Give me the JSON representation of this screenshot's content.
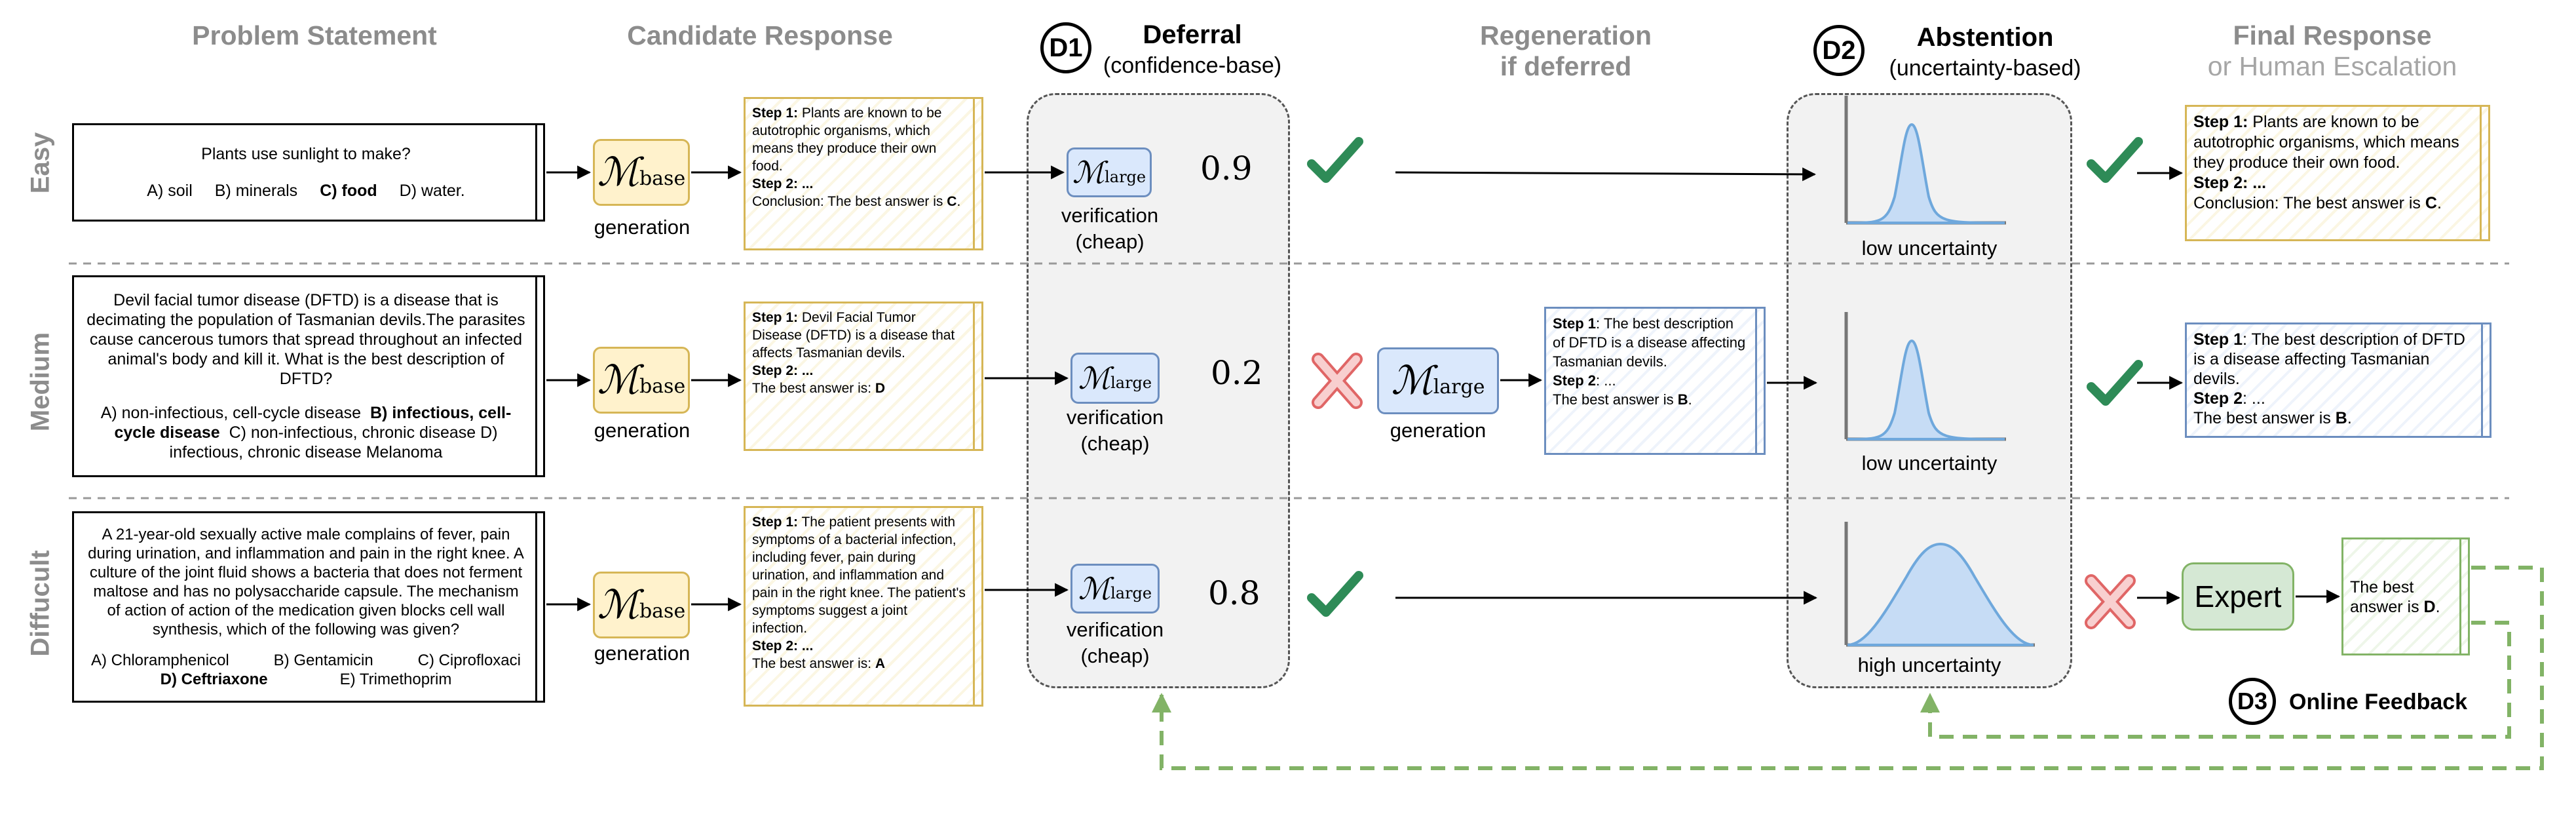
{
  "headers": {
    "problem": "Problem Statement",
    "candidate": "Candidate Response",
    "d1_badge": "D1",
    "deferral_title": "Deferral",
    "deferral_sub": "(confidence-base)",
    "regen_line1": "Regeneration",
    "regen_line2": "if deferred",
    "d2_badge": "D2",
    "abstention_title": "Abstention",
    "abstention_sub": "(uncertainty-based)",
    "final_line1": "Final Response",
    "final_line2": "or Human Escalation"
  },
  "models": {
    "base_symbol": "ℳ",
    "base_sub": "base",
    "large_symbol": "ℳ",
    "large_sub": "large"
  },
  "captions": {
    "generation": "generation",
    "verification": "verification",
    "cheap": "(cheap)"
  },
  "rows": {
    "easy": {
      "label": "Easy",
      "problem": {
        "question": "Plants use sunlight to make?",
        "opt_a": "A) soil",
        "opt_b": "B) minerals",
        "opt_c": "C) food",
        "opt_d": "D) water."
      },
      "response": {
        "s1_label": "Step 1:",
        "s1_text": " Plants are known to be autotrophic organisms, which means they produce their own food.",
        "s2_label": "Step 2: ...",
        "concl_text": "Conclusion: The best answer is ",
        "concl_ans": "C",
        "concl_end": "."
      },
      "score": "0.9",
      "uncertainty": "low uncertainty",
      "final": {
        "s1_label": "Step 1:",
        "s1_text": " Plants are known to be autotrophic organisms, which means they produce their own food.",
        "s2_label": "Step 2: ...",
        "concl_text": "Conclusion: The best answer is ",
        "concl_ans": "C",
        "concl_end": "."
      }
    },
    "medium": {
      "label": "Medium",
      "problem": {
        "question": "Devil facial tumor disease (DFTD) is a disease that is decimating the population of Tasmanian devils.The parasites cause cancerous tumors that spread throughout an infected animal's body and kill it. What is the best description of DFTD?",
        "opt_a": "A) non-infectious, cell-cycle disease",
        "opt_b": "B) infectious, cell-cycle disease",
        "opt_c": "C) non-infectious, chronic disease",
        "opt_d": "D) infectious, chronic disease Melanoma"
      },
      "response": {
        "s1_label": "Step 1:",
        "s1_text": " Devil Facial Tumor Disease (DFTD) is a disease that affects Tasmanian devils.",
        "s2_label": "Step 2: ...",
        "concl_text": "The best answer is: ",
        "concl_ans": "D"
      },
      "score": "0.2",
      "regen": {
        "s1_label": "Step 1",
        "s1_text": ":  The best description of DFTD is a disease affecting Tasmanian devils.",
        "s2_label": "Step 2",
        "s2_text": ": ...",
        "concl_text": "The best answer is ",
        "concl_ans": "B",
        "concl_end": "."
      },
      "uncertainty": "low uncertainty",
      "final": {
        "s1_label": "Step 1",
        "s1_text": ":  The best description of DFTD is a disease affecting Tasmanian devils.",
        "s2_label": "Step 2",
        "s2_text": ": ...",
        "concl_text": "The best answer is ",
        "concl_ans": "B",
        "concl_end": "."
      }
    },
    "difficult": {
      "label": "Diffucult",
      "problem": {
        "question": "A 21-year-old sexually active male complains of fever, pain during urination, and inflammation and pain in the right knee. A culture of the joint fluid shows a bacteria that does not ferment maltose and has no polysaccharide capsule. The mechanism of action of action of the medication given blocks cell wall synthesis, which of the following was given?",
        "opt_a": "A) Chloramphenicol",
        "opt_b": "B) Gentamicin",
        "opt_c": "C) Ciprofloxaci",
        "opt_d": "D) Ceftriaxone",
        "opt_e": "E) Trimethoprim"
      },
      "response": {
        "s1_label": "Step 1:",
        "s1_text": " The patient presents with symptoms of a bacterial infection, including fever, pain during urination, and inflammation and pain in the right knee. The patient's symptoms suggest a joint infection.",
        "s2_label": "Step 2: ...",
        "concl_text": "The best answer is: ",
        "concl_ans": "A"
      },
      "score": "0.8",
      "uncertainty": "high uncertainty",
      "expert": "Expert",
      "final": {
        "text": "The best answer is ",
        "ans": "D",
        "end": "."
      }
    }
  },
  "feedback": {
    "d3_badge": "D3",
    "label": "Online Feedback"
  },
  "colors": {
    "check": "#2e8b57",
    "cross": "#f4b6b6",
    "cross_stroke": "#e06666",
    "feedback_arrow": "#82b366",
    "curve_fill": "#c6dcf5",
    "curve_stroke": "#6fa8dc"
  }
}
